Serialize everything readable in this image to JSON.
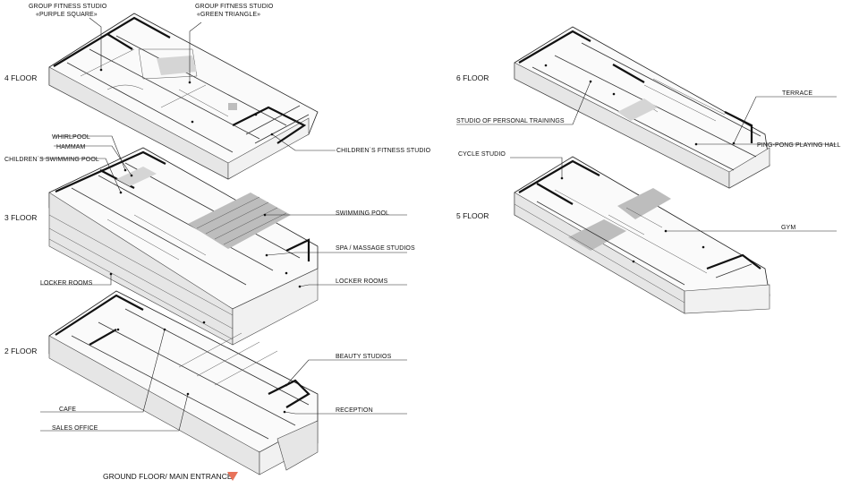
{
  "floors": [
    {
      "id": "floor4",
      "label": "4 FLOOR",
      "annotations": [
        {
          "id": "f4-group-purple",
          "lines": [
            "GROUP FITNESS STUDIO",
            "«PURPLE SQUARE»"
          ]
        },
        {
          "id": "f4-group-green",
          "lines": [
            "GROUP FITNESS STUDIO",
            "«GREEN TRIANGLE»"
          ]
        },
        {
          "id": "f4-children-fitness",
          "lines": [
            "CHILDREN´S FITNESS STUDIO"
          ]
        }
      ]
    },
    {
      "id": "floor3",
      "label": "3 FLOOR",
      "annotations": [
        {
          "id": "f3-whirlpool",
          "lines": [
            "WHIRLPOOL"
          ]
        },
        {
          "id": "f3-hammam",
          "lines": [
            "HAMMAM"
          ]
        },
        {
          "id": "f3-children-pool",
          "lines": [
            "CHILDREN´S SWIMMING POOL"
          ]
        },
        {
          "id": "f3-swimming-pool",
          "lines": [
            "SWIMMING POOL"
          ]
        },
        {
          "id": "f3-spa",
          "lines": [
            "SPA / MASSAGE STUDIOS"
          ]
        },
        {
          "id": "f3-locker-left",
          "lines": [
            "LOCKER ROOMS"
          ]
        },
        {
          "id": "f3-locker-right",
          "lines": [
            "LOCKER ROOMS"
          ]
        }
      ]
    },
    {
      "id": "floor2",
      "label": "2 FLOOR",
      "annotations": [
        {
          "id": "f2-beauty",
          "lines": [
            "BEAUTY STUDIOS"
          ]
        },
        {
          "id": "f2-cafe",
          "lines": [
            "CAFE"
          ]
        },
        {
          "id": "f2-reception",
          "lines": [
            "RECEPTION"
          ]
        },
        {
          "id": "f2-sales",
          "lines": [
            "SALES OFFICE"
          ]
        }
      ]
    },
    {
      "id": "floor6",
      "label": "6 FLOOR",
      "annotations": [
        {
          "id": "f6-terrace",
          "lines": [
            "TERRACE"
          ]
        },
        {
          "id": "f6-personal",
          "lines": [
            "STUDIO OF PERSONAL TRAININGS"
          ]
        },
        {
          "id": "f6-pingpong",
          "lines": [
            "PING-PONG PLAYING HALL"
          ]
        }
      ]
    },
    {
      "id": "floor5",
      "label": "5 FLOOR",
      "annotations": [
        {
          "id": "f5-cycle",
          "lines": [
            "CYCLE STUDIO"
          ]
        },
        {
          "id": "f5-gym",
          "lines": [
            "GYM"
          ]
        }
      ]
    }
  ],
  "entrance": {
    "label": "GROUND FLOOR/ MAIN ENTRANCE",
    "marker_color": "#e8735a"
  }
}
